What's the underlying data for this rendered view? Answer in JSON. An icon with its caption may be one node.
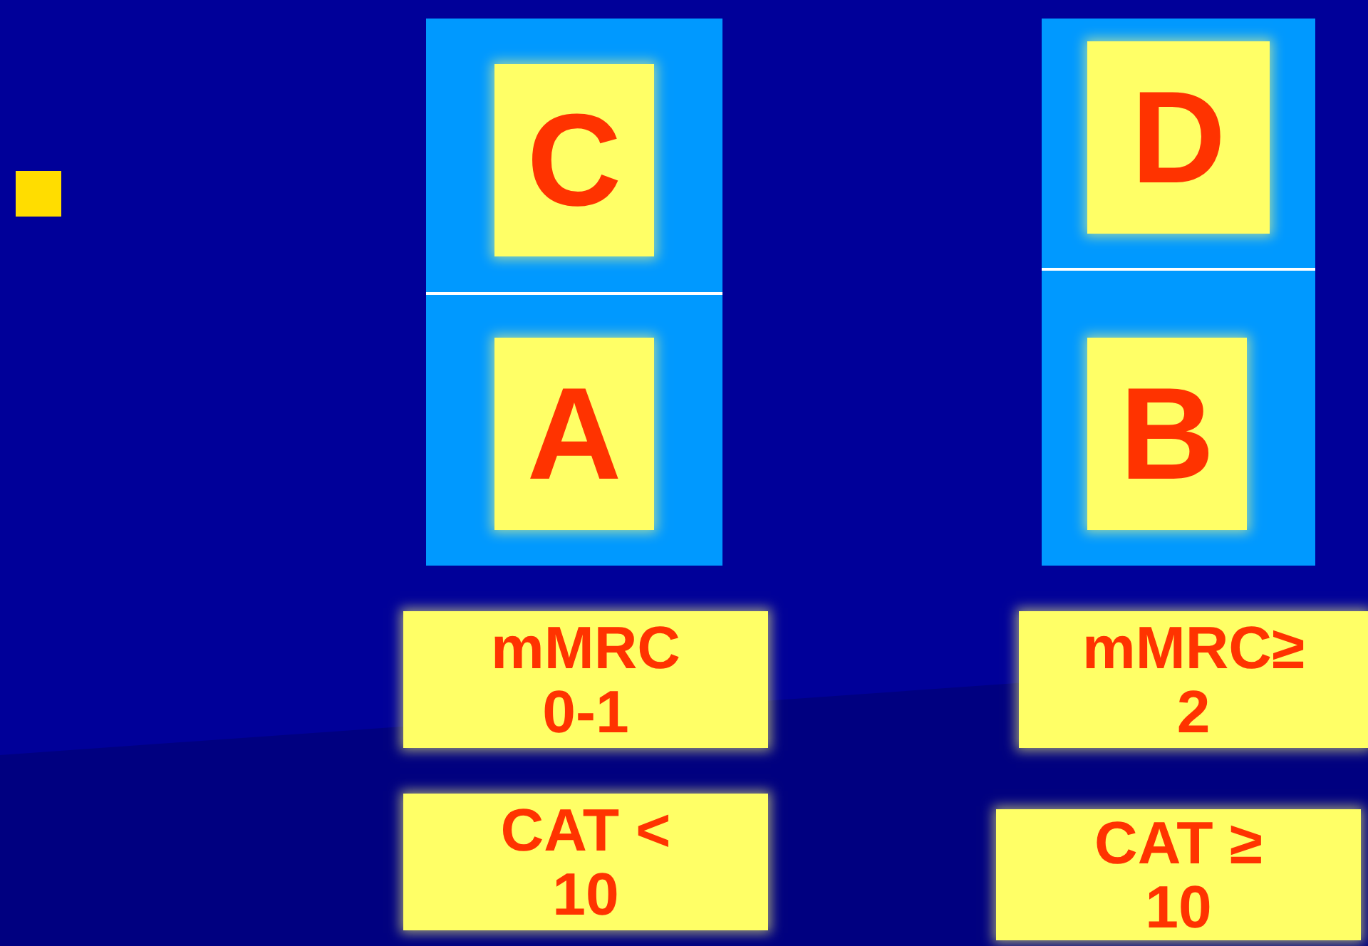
{
  "diagram": {
    "nodes": [
      {
        "text": [],
        "shape": "box"
      },
      {
        "text": [
          "C"
        ],
        "in": 0
      },
      {
        "text": [
          "A"
        ],
        "in": 0
      },
      {
        "text": [],
        "shape": "box"
      },
      {
        "text": [
          "D"
        ],
        "in": 3
      },
      {
        "text": [
          "B"
        ],
        "in": 3
      },
      {
        "text": [
          "mMRC 0-1"
        ]
      },
      {
        "text": [
          "CAT < 10"
        ]
      },
      {
        "text": [
          "mMRC≥ 2"
        ]
      },
      {
        "text": [
          "CAT ≥ 10"
        ]
      }
    ],
    "edges": []
  }
}
